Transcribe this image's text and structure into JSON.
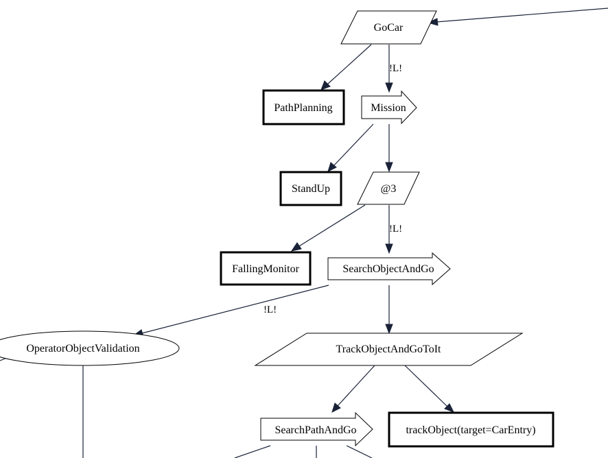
{
  "nodes": {
    "gocar": "GoCar",
    "pathplanning": "PathPlanning",
    "mission": "Mission",
    "standup": "StandUp",
    "at3": "@3",
    "fallingmonitor": "FallingMonitor",
    "searchobjectandgo": "SearchObjectAndGo",
    "operatorobjectvalidation": "OperatorObjectValidation",
    "trackobjectandgotoit": "TrackObjectAndGoToIt",
    "searchpathandgo": "SearchPathAndGo",
    "trackobject": "trackObject(target=CarEntry)"
  },
  "edge_labels": {
    "gocar_mission": "!L!",
    "at3_searchobjectandgo": "!L!",
    "searchobjectandgo_operator": "!L!"
  }
}
